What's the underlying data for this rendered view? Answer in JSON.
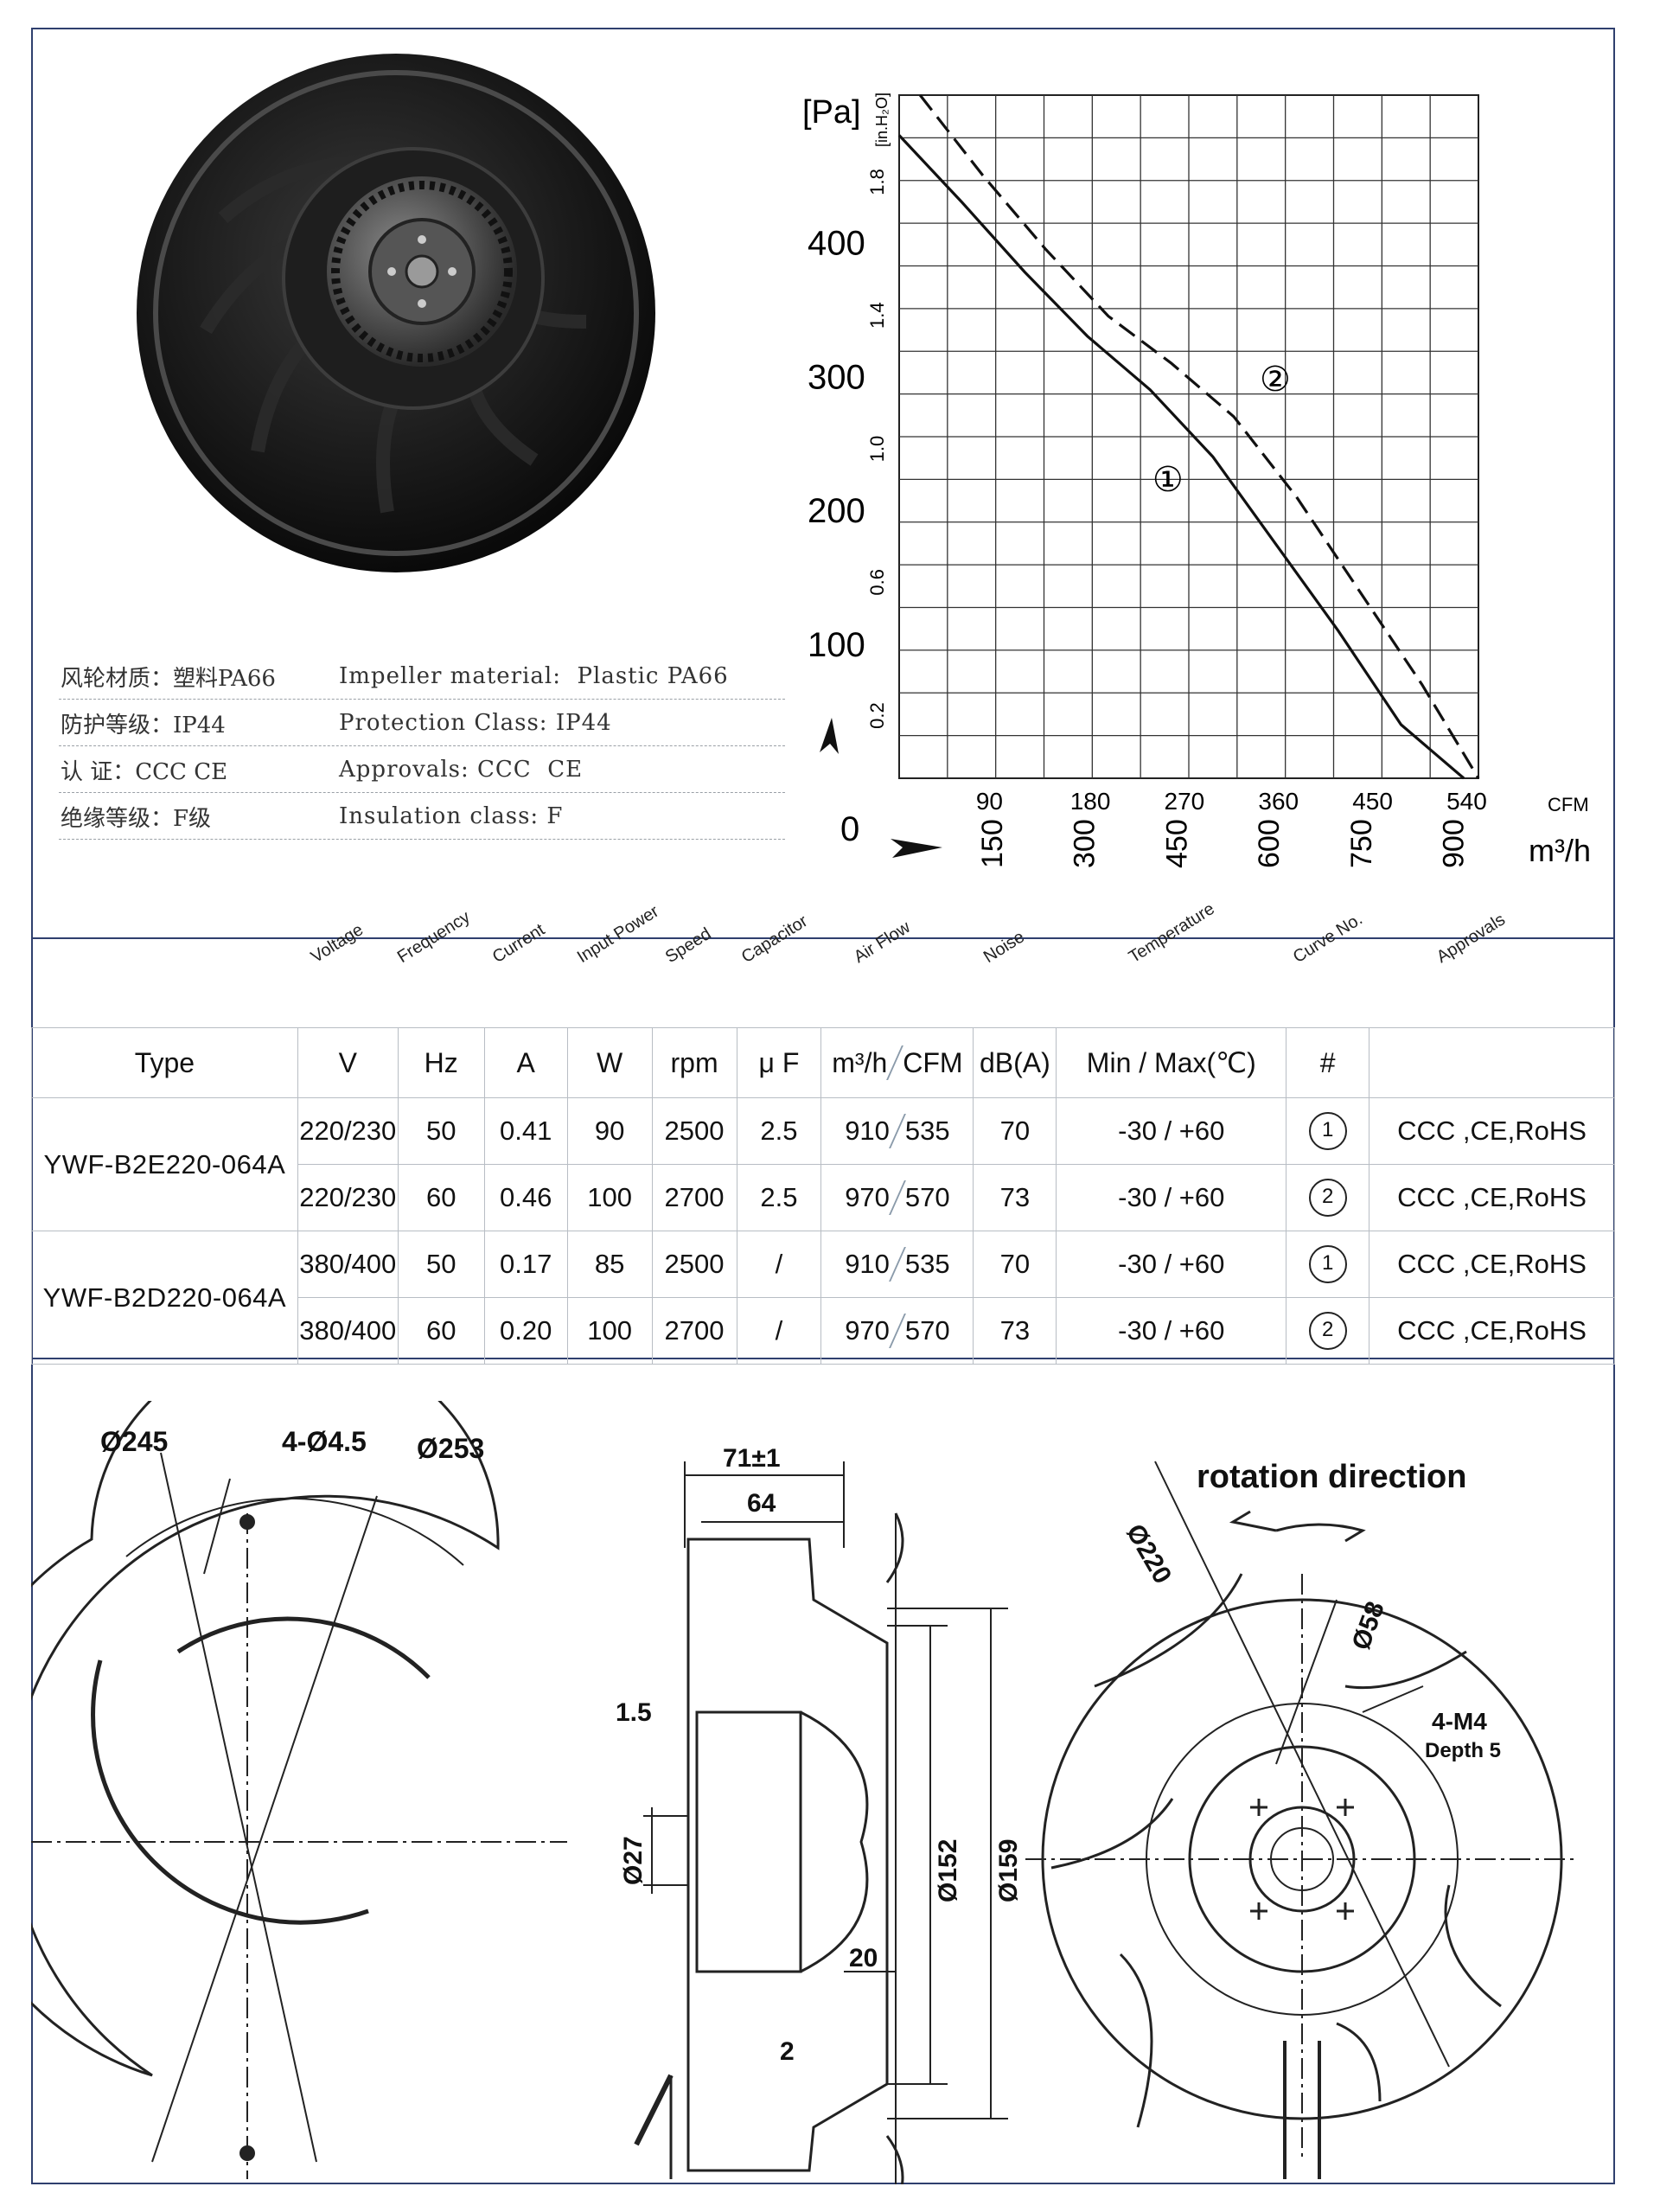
{
  "specs": [
    {
      "cn": "风轮材质：塑料PA66",
      "en": "Impeller material:  Plastic PA66"
    },
    {
      "cn": "防护等级：IP44",
      "en": "Protection Class: IP44"
    },
    {
      "cn": "认    证：CCC CE",
      "en": "Approvals: CCC  CE"
    },
    {
      "cn": "绝缘等级：F级",
      "en": "Insulation class: F"
    }
  ],
  "chart_data": {
    "type": "line",
    "y_unit": "[Pa]",
    "y2_unit": "[in.H₂O]",
    "x_unit_cfm": "CFM",
    "x_unit_m3h": "m³/h",
    "y_ticks": [
      "400",
      "300",
      "200",
      "100",
      "0"
    ],
    "y2_ticks": [
      "1.8",
      "1.4",
      "1.0",
      "0.6",
      "0.2"
    ],
    "x_cfm_ticks": [
      "90",
      "180",
      "270",
      "360",
      "450",
      "540"
    ],
    "x_m3h_ticks": [
      "150",
      "300",
      "450",
      "600",
      "750",
      "900"
    ],
    "xlim_cfm": [
      0,
      554
    ],
    "ylim_pa": [
      0,
      510
    ],
    "grid": true,
    "series": [
      {
        "name": "①",
        "label": "①",
        "style": "solid",
        "x": [
          0,
          60,
          120,
          180,
          240,
          300,
          360,
          420,
          480,
          540
        ],
        "y": [
          480,
          430,
          378,
          330,
          290,
          240,
          175,
          110,
          40,
          0
        ]
      },
      {
        "name": "②",
        "label": "②",
        "style": "dashed",
        "x": [
          20,
          80,
          140,
          200,
          260,
          320,
          380,
          440,
          500,
          554
        ],
        "y": [
          510,
          450,
          395,
          345,
          310,
          270,
          210,
          140,
          70,
          0
        ]
      }
    ]
  },
  "table": {
    "rotated_headers": [
      "Voltage",
      "Frequency",
      "Current",
      "Input Power",
      "Speed",
      "Capacitor",
      "Air Flow",
      "Noise",
      "Temperature",
      "Curve No.",
      "Approvals"
    ],
    "unit_row": [
      "Type",
      "V",
      "Hz",
      "A",
      "W",
      "rpm",
      "μ F",
      "m³/h",
      "CFM",
      "dB(A)",
      "Min / Max(℃)",
      "#",
      ""
    ],
    "models": [
      {
        "type": "YWF-B2E220-064A",
        "rows": [
          {
            "v": "220/230",
            "hz": "50",
            "a": "0.41",
            "w": "90",
            "rpm": "2500",
            "uf": "2.5",
            "m3h": "910",
            "cfm": "535",
            "db": "70",
            "temp": "-30 / +60",
            "curve": "1",
            "appr": "CCC ,CE,RoHS"
          },
          {
            "v": "220/230",
            "hz": "60",
            "a": "0.46",
            "w": "100",
            "rpm": "2700",
            "uf": "2.5",
            "m3h": "970",
            "cfm": "570",
            "db": "73",
            "temp": "-30 / +60",
            "curve": "2",
            "appr": "CCC ,CE,RoHS"
          }
        ]
      },
      {
        "type": "YWF-B2D220-064A",
        "rows": [
          {
            "v": "380/400",
            "hz": "50",
            "a": "0.17",
            "w": "85",
            "rpm": "2500",
            "uf": "/",
            "m3h": "910",
            "cfm": "535",
            "db": "70",
            "temp": "-30 / +60",
            "curve": "1",
            "appr": "CCC ,CE,RoHS"
          },
          {
            "v": "380/400",
            "hz": "60",
            "a": "0.20",
            "w": "100",
            "rpm": "2700",
            "uf": "/",
            "m3h": "970",
            "cfm": "570",
            "db": "73",
            "temp": "-30 / +60",
            "curve": "2",
            "appr": "CCC ,CE,RoHS"
          }
        ]
      }
    ]
  },
  "drawings": {
    "left": {
      "d1": "Ø245",
      "holes": "4-Ø4.5",
      "d2": "Ø253"
    },
    "side": {
      "w_total": "71±1",
      "w_inner": "64",
      "flange": "1.5",
      "shaft": "Ø27",
      "d_inlet": "Ø152",
      "d_outer": "Ø159",
      "depth": "20",
      "gap": "2"
    },
    "right": {
      "title": "rotation direction",
      "d_outer": "Ø220",
      "d_inner": "Ø58",
      "thread": "4-M4",
      "depth": "Depth 5"
    }
  }
}
